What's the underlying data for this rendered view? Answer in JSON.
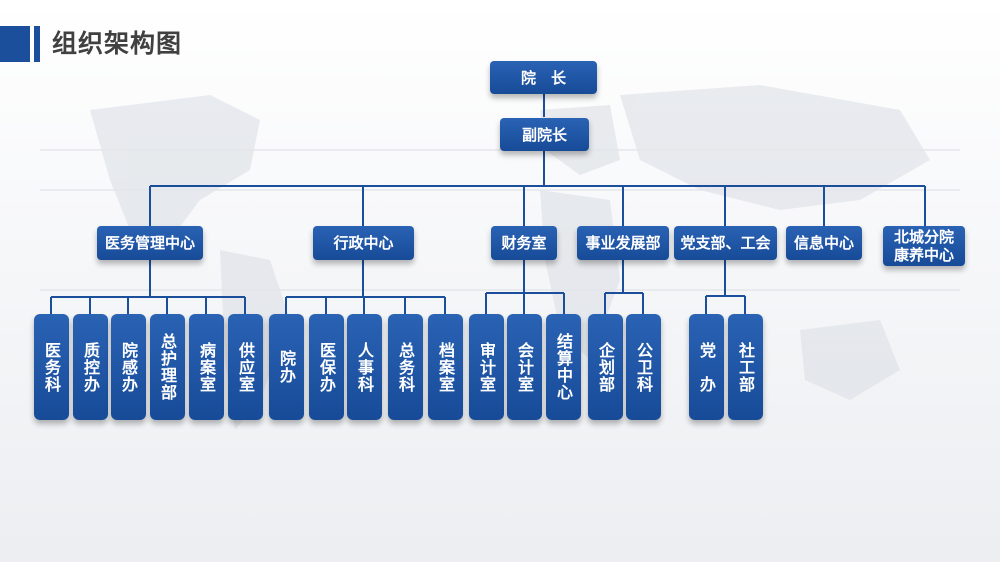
{
  "page_title": "组织架构图",
  "top": {
    "president": "院　长",
    "vice_president": "副院长"
  },
  "departments": [
    {
      "label": "医务管理中心",
      "units": [
        "医务科",
        "质控办",
        "院感办",
        "总护理部",
        "病案室",
        "供应室"
      ]
    },
    {
      "label": "行政中心",
      "units": [
        "院办",
        "医保办",
        "人事科",
        "总务科",
        "档案室"
      ]
    },
    {
      "label": "财务室",
      "units": [
        "审计室",
        "会计室",
        "结算中心"
      ]
    },
    {
      "label": "事业发展部",
      "units": [
        "企划部",
        "公卫科"
      ]
    },
    {
      "label": "党支部、工会",
      "units": [
        "党　办",
        "社工部"
      ]
    },
    {
      "label": "信息中心",
      "units": []
    },
    {
      "label": "北城分院 康养中心",
      "units": []
    }
  ],
  "colors": {
    "box": "#1b4f9c",
    "line": "#1b4f9c",
    "title": "#404040"
  }
}
